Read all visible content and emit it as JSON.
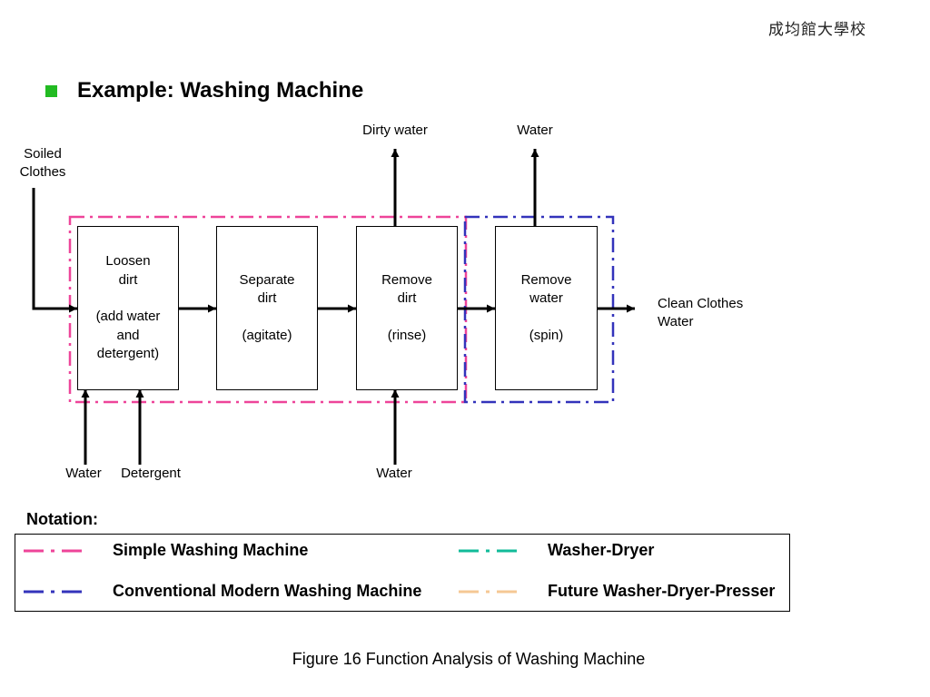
{
  "logo": {
    "text": "成均館大學校"
  },
  "slide": {
    "bullet_color": "#22bb22",
    "title": "Example: Washing Machine"
  },
  "diagram": {
    "inputs": {
      "soiled_clothes": "Soiled\nClothes",
      "water_1": "Water",
      "detergent": "Detergent",
      "water_3": "Water"
    },
    "outputs": {
      "dirty_water": "Dirty water",
      "water_4": "Water",
      "clean": "Clean Clothes\nWater"
    },
    "functions": [
      {
        "name": "Loosen\ndirt",
        "detail": "(add water\nand\ndetergent)"
      },
      {
        "name": "Separate\ndirt",
        "detail": "(agitate)"
      },
      {
        "name": "Remove\ndirt",
        "detail": "(rinse)"
      },
      {
        "name": "Remove\nwater",
        "detail": "(spin)"
      }
    ]
  },
  "notation": {
    "heading": "Notation:",
    "items": [
      {
        "label": "Simple Washing Machine",
        "color": "#ee4499"
      },
      {
        "label": "Washer-Dryer",
        "color": "#11bb99"
      },
      {
        "label": "Conventional Modern Washing Machine",
        "color": "#3333bb"
      },
      {
        "label": "Future Washer-Dryer-Presser",
        "color": "#f5c894"
      }
    ]
  },
  "caption": "Figure 16 Function Analysis of Washing Machine"
}
